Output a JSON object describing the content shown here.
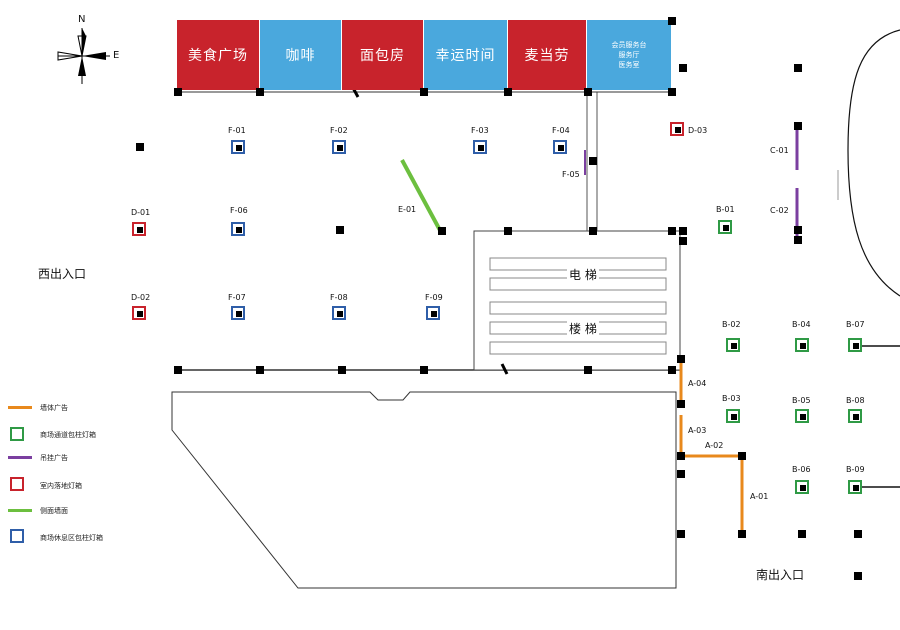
{
  "compass": {
    "north": "N",
    "east": "E"
  },
  "shops": [
    {
      "label": "美食广场",
      "color": "#c8232c"
    },
    {
      "label": "咖啡",
      "color": "#4aa8dd"
    },
    {
      "label": "面包房",
      "color": "#c8232c"
    },
    {
      "label": "幸运时间",
      "color": "#4aa8dd"
    },
    {
      "label": "麦当劳",
      "color": "#c8232c"
    },
    {
      "label": "会员服务台",
      "label2": "服务厅",
      "label3": "医务室",
      "color": "#4aa8dd"
    }
  ],
  "areas": {
    "elevator": "电 梯",
    "stairs": "楼 梯",
    "west_entrance": "西出入口",
    "south_entrance": "南出入口"
  },
  "points": {
    "f01": "F-01",
    "f02": "F-02",
    "f03": "F-03",
    "f04": "F-04",
    "f05": "F-05",
    "f06": "F-06",
    "f07": "F-07",
    "f08": "F-08",
    "f09": "F-09",
    "d01": "D-01",
    "d02": "D-02",
    "d03": "D-03",
    "e01": "E-01",
    "c01": "C-01",
    "c02": "C-02",
    "b01": "B-01",
    "b02": "B-02",
    "b03": "B-03",
    "b04": "B-04",
    "b05": "B-05",
    "b06": "B-06",
    "b07": "B-07",
    "b08": "B-08",
    "b09": "B-09",
    "a01": "A-01",
    "a02": "A-02",
    "a03": "A-03",
    "a04": "A-04"
  },
  "legend": [
    {
      "label": "墙体广告",
      "type": "line",
      "color": "#e8891c"
    },
    {
      "label": "商场通道包柱灯箱",
      "type": "box",
      "color": "#2f9a45"
    },
    {
      "label": "吊挂广告",
      "type": "line",
      "color": "#7b3fa0"
    },
    {
      "label": "室内落地灯箱",
      "type": "box",
      "color": "#c8232c"
    },
    {
      "label": "侧面墙面",
      "type": "line",
      "color": "#6cbf3f"
    },
    {
      "label": "商场休息区包柱灯箱",
      "type": "box",
      "color": "#2f5ea8"
    }
  ]
}
